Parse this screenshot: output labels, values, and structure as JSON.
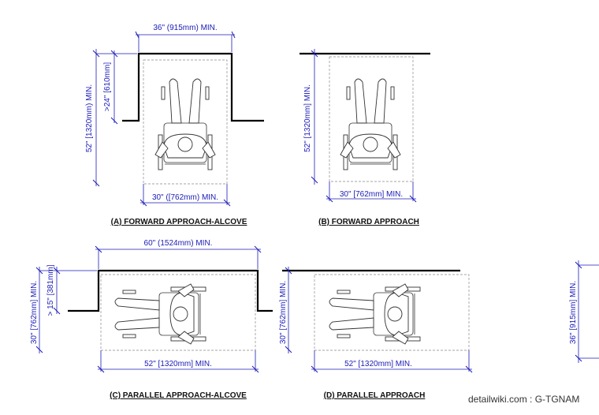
{
  "diagrams": {
    "a": {
      "caption": "(A) FORWARD APPROACH-ALCOVE",
      "width": "36\" (915mm) MIN.",
      "depth": "52\" [1320mm) MIN.",
      "alcove": ">24\" [610mm]",
      "clear": "30\" ([762mm) MIN."
    },
    "b": {
      "caption": "(B) FORWARD APPROACH",
      "depth": "52\" [1320mm] MIN.",
      "clear": "30\" [762mm] MIN."
    },
    "c": {
      "caption": "(C) PARALLEL APPROACH-ALCOVE",
      "width": "60\" (1524mm) MIN.",
      "depth": "30\" [762mm] MIN.",
      "alcove": "> 15\" [381mm]",
      "clear": "52\" [1320mm] MIN."
    },
    "d": {
      "caption": "(D) PARALLEL APPROACH",
      "depth": "30\" [762mm] MIN.",
      "clear": "52\" [1320mm] MIN."
    },
    "e": {
      "depth": "36\" [915mm] MIN."
    }
  },
  "watermark": "detailwiki.com : G-TGNAM",
  "colors": {
    "dimension": "#1a1ab8",
    "wall": "#000000",
    "figure": "#333333"
  }
}
